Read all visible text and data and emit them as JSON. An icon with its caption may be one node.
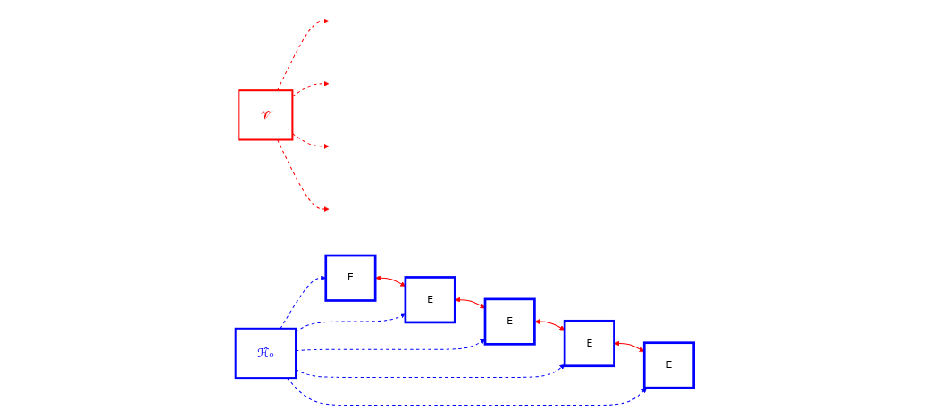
{
  "diagram": {
    "nodes": [
      {
        "text": [
          "𝒱̂"
        ]
      },
      {
        "text": [
          "E"
        ]
      },
      {
        "text": [
          "E"
        ]
      },
      {
        "text": [
          "E"
        ]
      },
      {
        "text": [
          "E"
        ]
      },
      {
        "text": [
          "E"
        ]
      },
      {
        "text": [
          "ℋ̂₀"
        ]
      }
    ],
    "edges": [
      {
        "from": 0,
        "to": null,
        "arrow": "to",
        "style": "dashed",
        "color": "#ff0000"
      },
      {
        "from": 0,
        "to": null,
        "arrow": "to",
        "style": "dashed",
        "color": "#ff0000"
      },
      {
        "from": 0,
        "to": null,
        "arrow": "to",
        "style": "dashed",
        "color": "#ff0000"
      },
      {
        "from": 0,
        "to": null,
        "arrow": "to",
        "style": "dashed",
        "color": "#ff0000"
      },
      {
        "from": 1,
        "to": 2,
        "arrow": "both",
        "color": "#ff0000"
      },
      {
        "from": 2,
        "to": 3,
        "arrow": "both",
        "color": "#ff0000"
      },
      {
        "from": 3,
        "to": 4,
        "arrow": "both",
        "color": "#ff0000"
      },
      {
        "from": 4,
        "to": 5,
        "arrow": "both",
        "color": "#ff0000"
      },
      {
        "from": 6,
        "to": 1,
        "arrow": "to",
        "style": "dashed",
        "color": "#0000ff"
      },
      {
        "from": 6,
        "to": 2,
        "arrow": "to",
        "style": "dashed",
        "color": "#0000ff"
      },
      {
        "from": 6,
        "to": 3,
        "arrow": "to",
        "style": "dashed",
        "color": "#0000ff"
      },
      {
        "from": 6,
        "to": 4,
        "arrow": "to",
        "style": "dashed",
        "color": "#0000ff"
      },
      {
        "from": 6,
        "to": 5,
        "arrow": "to",
        "style": "dashed",
        "color": "#0000ff"
      }
    ]
  }
}
